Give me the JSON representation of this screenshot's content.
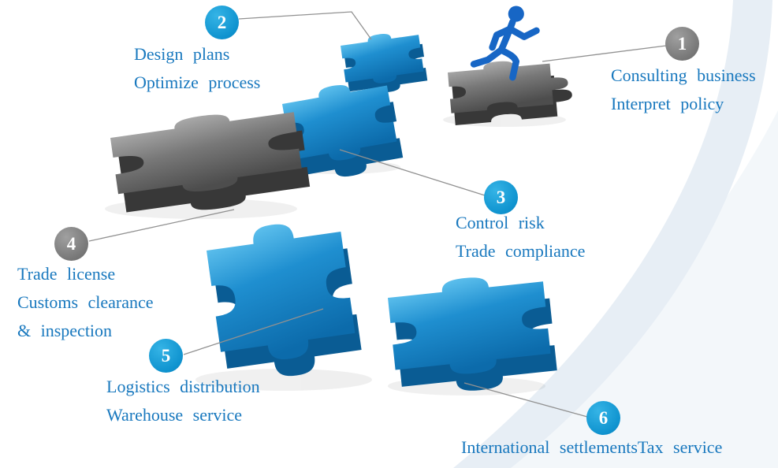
{
  "diagram_title": "Trade services puzzle infographic",
  "steps": [
    {
      "number": "1",
      "badge": "gray",
      "lines": [
        "Consulting business",
        "Interpret policy"
      ]
    },
    {
      "number": "2",
      "badge": "blue",
      "lines": [
        "Design plans",
        "Optimize process"
      ]
    },
    {
      "number": "3",
      "badge": "blue",
      "lines": [
        "Control risk",
        "Trade compliance"
      ]
    },
    {
      "number": "4",
      "badge": "gray",
      "lines": [
        "Trade license",
        "Customs clearance",
        "& inspection"
      ]
    },
    {
      "number": "5",
      "badge": "blue",
      "lines": [
        "Logistics distribution",
        "Warehouse service"
      ]
    },
    {
      "number": "6",
      "badge": "blue",
      "lines": [
        "International settlementsTax service"
      ]
    }
  ],
  "icons": [
    {
      "name": "runner-icon",
      "meaning": "running businessman on puzzle platform"
    },
    {
      "name": "puzzle-piece-icon",
      "meaning": "jigsaw puzzle piece representing a service module"
    }
  ],
  "colors": {
    "piece_blue": "#1f8fd0",
    "piece_blue_side": "#0a5c94",
    "piece_gray": "#787878",
    "piece_gray_side": "#383838",
    "badge_blue": "#149bd6",
    "badge_gray": "#7d7d7d",
    "label_text": "#1878be",
    "runner_blue": "#1766c5",
    "connector_line": "#919191",
    "background": "#ffffff",
    "swoosh_light": "#f3f7fa",
    "swoosh_band": "#e7eef5"
  }
}
